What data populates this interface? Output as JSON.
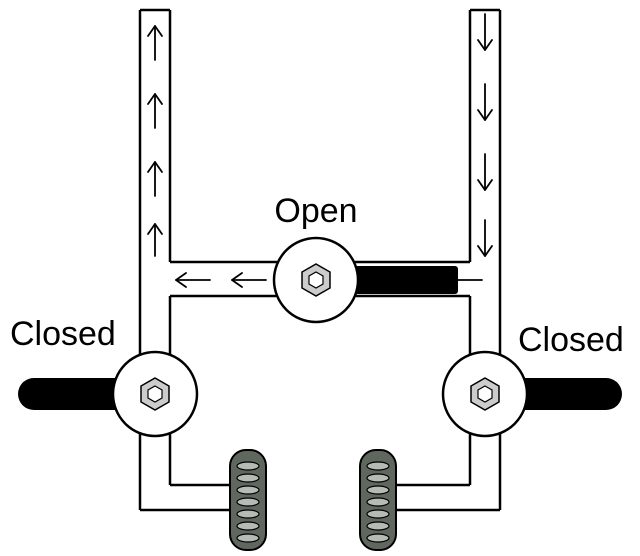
{
  "labels": {
    "open": "Open",
    "closed_left": "Closed",
    "closed_right": "Closed"
  },
  "colors": {
    "line": "#000000",
    "background": "#ffffff",
    "valve_hex_fill": "#cccccc",
    "handle": "#000000",
    "clamp_fill": "#5f675f"
  },
  "icons": {
    "arrow": "flow-arrow",
    "valve": "stopcock-valve",
    "clamp": "tube-clamp"
  }
}
